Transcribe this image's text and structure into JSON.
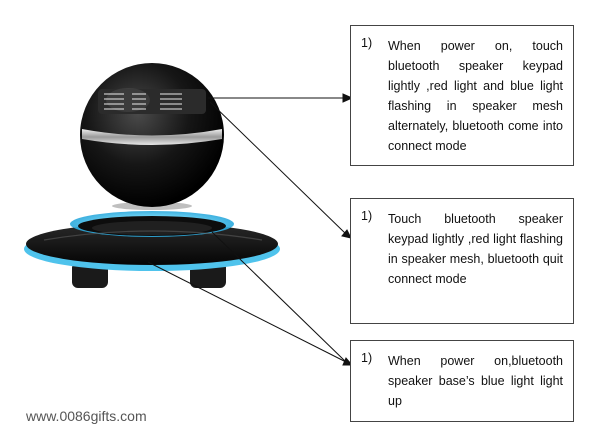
{
  "notes": [
    {
      "number": "1)",
      "text": "When power on, touch bluetooth speaker keypad lightly ,red light and blue light flashing in speaker mesh alternately, bluetooth come into connect mode"
    },
    {
      "number": "1)",
      "text": "Touch bluetooth speaker keypad lightly ,red light flashing in speaker mesh, bluetooth quit connect mode"
    },
    {
      "number": "1)",
      "text": "When power on,bluetooth speaker base’s blue light light up"
    }
  ],
  "watermark": "www.0086gifts.com",
  "colors": {
    "glow": "#4fc3ec",
    "body": "#111111",
    "box_border": "#444444"
  }
}
